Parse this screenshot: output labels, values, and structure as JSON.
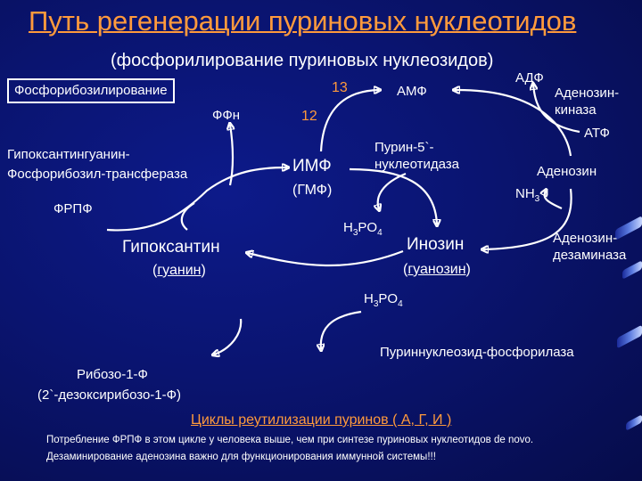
{
  "title": "Путь регенерации пуриновых нуклеотидов",
  "subtitle": "(фосфорилирование пуриновых нуклеозидов)",
  "boxed_label": "Фосфорибозилирование",
  "step_12": "12",
  "step_13": "13",
  "amf": "АМФ",
  "adf": "АДФ",
  "adenosine_kinase_1": "Аденозин-",
  "adenosine_kinase_2": "киназа",
  "atf": "АТФ",
  "ffn": "ФФн",
  "purine_nucleotidase_1": "Пурин-5`-",
  "purine_nucleotidase_2": "нуклеотидаза",
  "imf": "ИМФ",
  "gmf": "(ГМФ)",
  "adenosine": "Аденозин",
  "nh3_main": "NH",
  "nh3_sub": "3",
  "hgprt_1": "Гипоксантингуанин-",
  "hgprt_2": "Фосфорибозил-трансфераза",
  "frpf": "ФРПФ",
  "h3po4_1_a": "H",
  "h3po4_1_b": "3",
  "h3po4_1_c": "PO",
  "h3po4_1_d": "4",
  "adenosine_deaminase_1": "Аденозин-",
  "adenosine_deaminase_2": "дезаминаза",
  "hypoxanthine": "Гипоксантин",
  "guanine": "гуанин",
  "inosine": "Инозин",
  "guanosine": "гуанозин",
  "h3po4_2_a": "H",
  "h3po4_2_b": "3",
  "h3po4_2_c": "PO",
  "h3po4_2_d": "4",
  "pnp": "Пуриннуклеозид-фосфорилаза",
  "ribose_1": "Рибозо-1-Ф",
  "ribose_2": "(2`-дезоксирибозо-1-Ф)",
  "link_text": "Циклы реутилизации пуринов ( А, Г, И )",
  "note_1": "Потребление ФРПФ в этом  цикле у человека выше, чем при синтезе пуриновых нуклеотидов de novo.",
  "note_2": "Дезаминирование аденозина важно для функционирования  иммунной системы!!!",
  "colors": {
    "accent": "#ff9a3c",
    "background": "#0a1470",
    "text": "#ffffff"
  }
}
